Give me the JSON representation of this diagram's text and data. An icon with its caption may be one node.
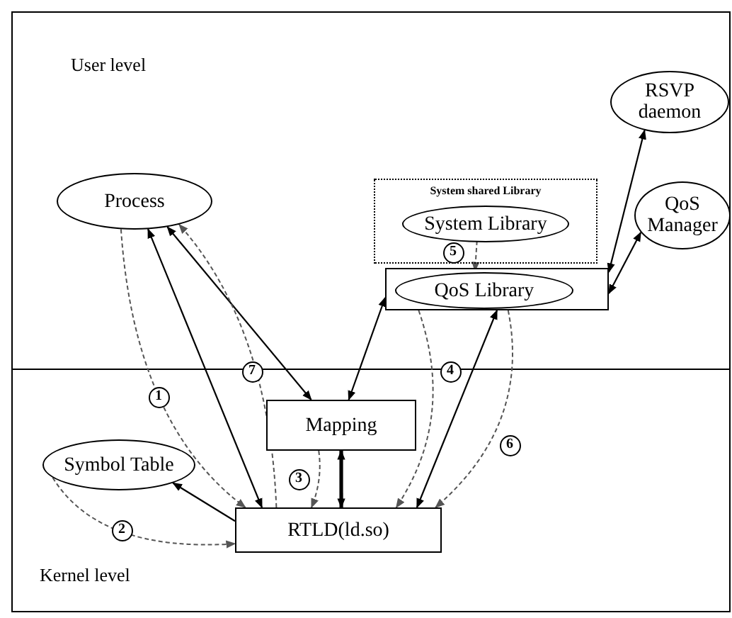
{
  "diagram": {
    "nodes": [
      {
        "text": [
          "Process"
        ]
      },
      {
        "text": [
          "System shared Library"
        ]
      },
      {
        "text": [
          "System Library"
        ],
        "in": 1
      },
      {
        "text": [],
        "shape": "box"
      },
      {
        "text": [
          "QoS Library"
        ],
        "in": 3
      },
      {
        "text": [
          "RSVP daemon"
        ]
      },
      {
        "text": [
          "QoS Manager"
        ]
      },
      {
        "text": [
          "Mapping"
        ]
      },
      {
        "text": [
          "Symbol Table"
        ]
      },
      {
        "text": [
          "RTLD(ld.so)"
        ]
      }
    ],
    "edges": [
      {
        "from": 0,
        "to": 9,
        "arrow": "both"
      },
      {
        "from": 0,
        "to": 7,
        "arrow": "both"
      },
      {
        "from": 3,
        "to": 7,
        "arrow": "both"
      },
      {
        "from": 3,
        "to": 9,
        "arrow": "both"
      },
      {
        "from": 3,
        "to": 5,
        "arrow": "both"
      },
      {
        "from": 3,
        "to": 6,
        "arrow": "both"
      },
      {
        "from": 7,
        "to": 9,
        "arrow": "both",
        "style": "thick"
      },
      {
        "from": 9,
        "to": 8,
        "arrow": "to"
      },
      {
        "from": 0,
        "to": 9,
        "arrow": "to",
        "style": "dashed",
        "label": "1"
      },
      {
        "from": 9,
        "to": 0,
        "arrow": "to",
        "style": "dashed",
        "label": "7"
      },
      {
        "from": 8,
        "to": 9,
        "arrow": "to",
        "style": "dashed",
        "label": "2"
      },
      {
        "from": 7,
        "to": 9,
        "arrow": "to",
        "style": "dashed",
        "label": "3"
      },
      {
        "from": 3,
        "to": 9,
        "arrow": "to",
        "style": "dashed",
        "label": "4"
      },
      {
        "from": 2,
        "to": 4,
        "arrow": "to",
        "style": "dashed",
        "label": "5"
      },
      {
        "from": 3,
        "to": 9,
        "arrow": "to",
        "style": "dashed",
        "label": "6"
      }
    ],
    "labels": [
      "User level",
      "Kernel level"
    ]
  }
}
